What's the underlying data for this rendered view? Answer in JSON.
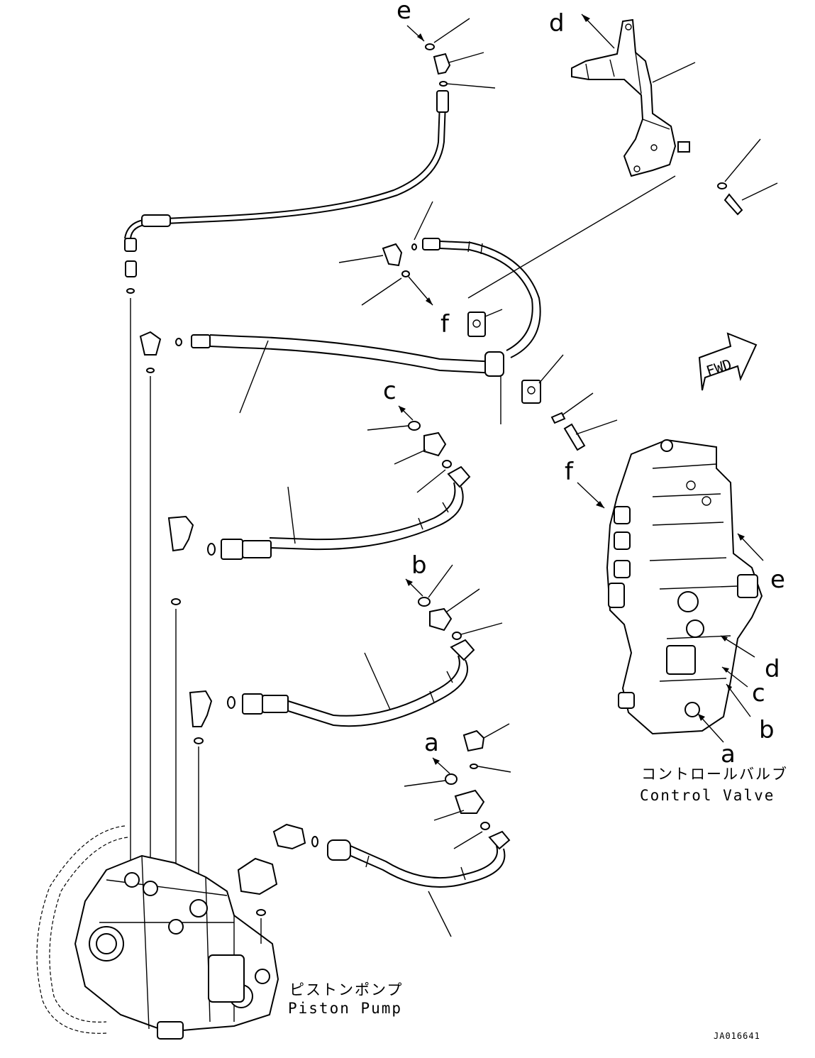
{
  "callouts": {
    "e_top": "e",
    "d_top": "d",
    "f_mid": "f",
    "c_mid": "c",
    "b_mid": "b",
    "a_mid": "a",
    "f_valve": "f",
    "e_valve": "e",
    "d_valve": "d",
    "c_valve": "c",
    "b_valve": "b",
    "a_valve": "a"
  },
  "forward_label": "FWD",
  "control_valve": {
    "jp": "コントロールバルブ",
    "en": "Control Valve"
  },
  "piston_pump": {
    "jp": "ピストンポンプ",
    "en": "Piston Pump"
  },
  "drawing_number": "JA016641"
}
